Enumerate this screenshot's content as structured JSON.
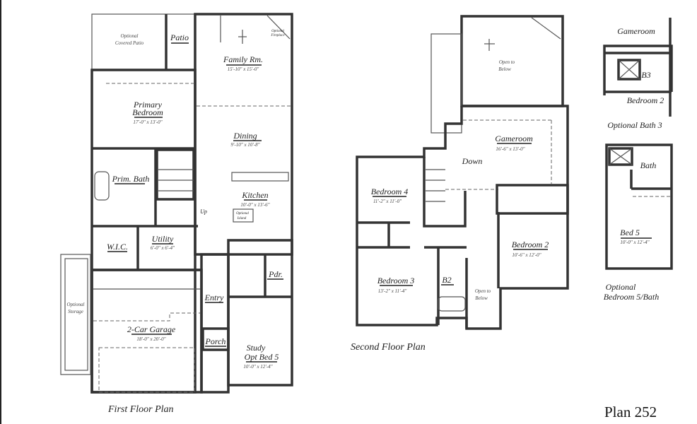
{
  "first_floor": {
    "title": "First Floor Plan",
    "optional_covered_patio": [
      "Optional",
      "Covered Patio"
    ],
    "patio": "Patio",
    "optional_fireplace": [
      "Optional",
      "Fireplace"
    ],
    "family_room": {
      "name": "Family Rm.",
      "dims": "15'-10\" x 15'-0\""
    },
    "primary_bedroom": {
      "name": [
        "Primary",
        "Bedroom"
      ],
      "dims": "17'-0\" x 13'-0\""
    },
    "dining": {
      "name": "Dining",
      "dims": "9'-10\" x 10'-8\""
    },
    "prim_bath": "Prim. Bath",
    "kitchen": {
      "name": "Kitchen",
      "dims": "10'-0\" x 13'-6\""
    },
    "optional_island": [
      "Optional",
      "Island"
    ],
    "up": "Up",
    "wic": "W.I.C.",
    "utility": {
      "name": "Utility",
      "dims": "6'-0\" x 6'-4\""
    },
    "optional_storage": [
      "Optional",
      "Storage"
    ],
    "garage": {
      "name": "2-Car Garage",
      "dims": "18'-0\" x 20'-0\""
    },
    "entry": "Entry",
    "powder": "Pdr.",
    "porch": "Porch",
    "study": {
      "name": [
        "Study",
        "Opt Bed 5"
      ],
      "dims": "10'-0\" x 12'-4\""
    }
  },
  "second_floor": {
    "title": "Second Floor Plan",
    "open_to_below_1": [
      "Open to",
      "Below"
    ],
    "gameroom": {
      "name": "Gameroom",
      "dims": "16'-6\" x 13'-0\""
    },
    "down": "Down",
    "bedroom4": {
      "name": "Bedroom 4",
      "dims": "11'-2\" x 11'-0\""
    },
    "bedroom3": {
      "name": "Bedroom 3",
      "dims": "13'-2\" x 11'-4\""
    },
    "b2": "B2",
    "open_to_below_2": [
      "Open to",
      "Below"
    ],
    "bedroom2": {
      "name": "Bedroom 2",
      "dims": "10'-6\" x 12'-0\""
    }
  },
  "optional_bath3": {
    "title": "Optional Bath 3",
    "gameroom": "Gameroom",
    "b3": "B3",
    "bedroom2": "Bedroom 2"
  },
  "optional_bed5": {
    "title": [
      "Optional",
      "Bedroom 5/Bath"
    ],
    "bath": "Bath",
    "bed5": {
      "name": "Bed 5",
      "dims": "10'-0\" x 12'-4\""
    }
  },
  "plan_name": "Plan 252"
}
